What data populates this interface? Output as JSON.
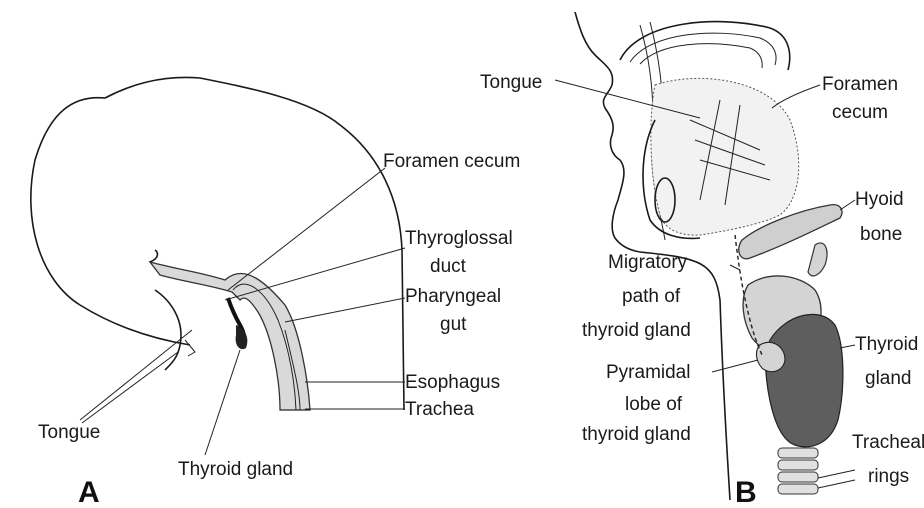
{
  "panel_a": {
    "letter": "A",
    "labels": {
      "foramen_cecum": "Foramen cecum",
      "thyroglossal_1": "Thyroglossal",
      "thyroglossal_2": "duct",
      "pharyngeal_1": "Pharyngeal",
      "pharyngeal_2": "gut",
      "esophagus": "Esophagus",
      "trachea": "Trachea",
      "tongue": "Tongue",
      "thyroid_gland": "Thyroid gland"
    }
  },
  "panel_b": {
    "letter": "B",
    "labels": {
      "tongue": "Tongue",
      "foramen_1": "Foramen",
      "foramen_2": "cecum",
      "hyoid_1": "Hyoid",
      "hyoid_2": "bone",
      "migratory_1": "Migratory",
      "migratory_2": "path of",
      "migratory_3": "thyroid gland",
      "thyroid_1": "Thyroid",
      "thyroid_2": "gland",
      "pyramidal_1": "Pyramidal",
      "pyramidal_2": "lobe of",
      "pyramidal_3": "thyroid gland",
      "tracheal_1": "Tracheal",
      "tracheal_2": "rings"
    }
  }
}
